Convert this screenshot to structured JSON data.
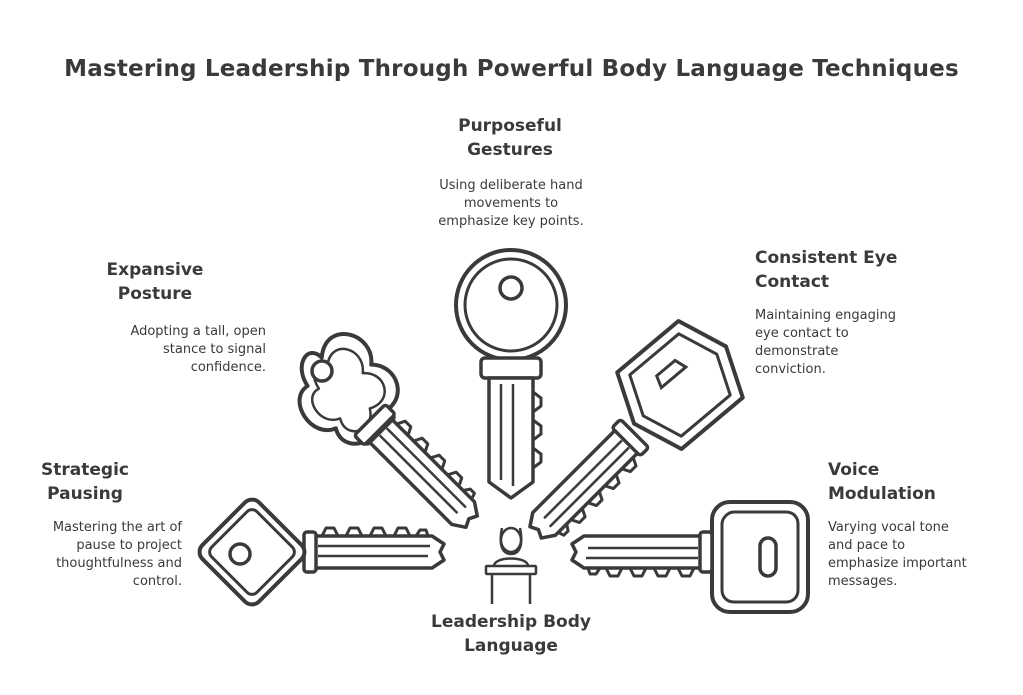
{
  "title": "Mastering Leadership Through Powerful Body Language Techniques",
  "center": {
    "label_line1": "Leadership Body",
    "label_line2": "Language",
    "icon": "speaker-at-podium-icon"
  },
  "items": [
    {
      "id": "strategic-pausing",
      "title_line1": "Strategic",
      "title_line2": "Pausing",
      "desc": [
        "Mastering the art of",
        "pause to project",
        "thoughtfulness and",
        "control."
      ],
      "icon": "key-icon"
    },
    {
      "id": "expansive-posture",
      "title_line1": "Expansive",
      "title_line2": "Posture",
      "desc": [
        "Adopting a tall, open",
        "stance to signal",
        "confidence."
      ],
      "icon": "key-icon"
    },
    {
      "id": "purposeful-gestures",
      "title_line1": "Purposeful",
      "title_line2": "Gestures",
      "desc": [
        "Using deliberate hand",
        "movements to",
        "emphasize key points."
      ],
      "icon": "key-icon"
    },
    {
      "id": "consistent-eye-contact",
      "title_line1": "Consistent Eye",
      "title_line2": "Contact",
      "desc": [
        "Maintaining engaging",
        "eye contact to",
        "demonstrate",
        "conviction."
      ],
      "icon": "key-icon"
    },
    {
      "id": "voice-modulation",
      "title_line1": "Voice",
      "title_line2": "Modulation",
      "desc": [
        "Varying vocal tone",
        "and pace to",
        "emphasize important",
        "messages."
      ],
      "icon": "key-icon"
    }
  ]
}
